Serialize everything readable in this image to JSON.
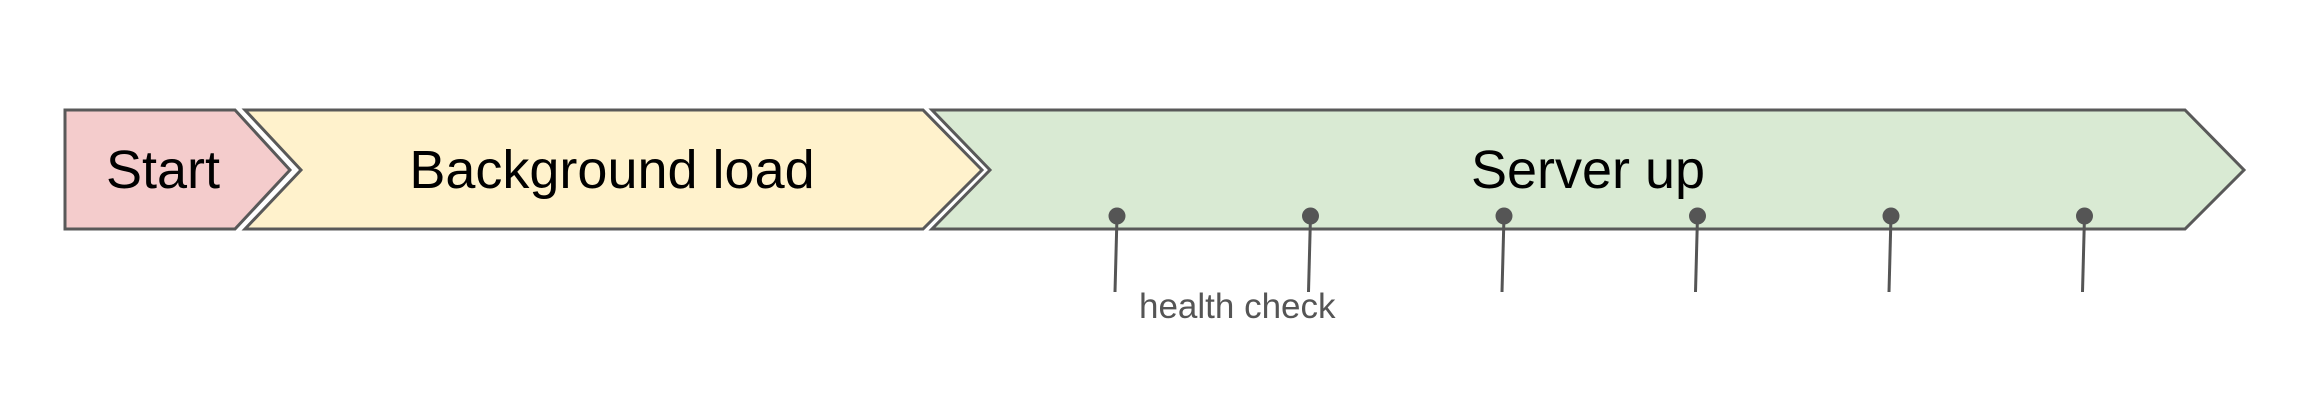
{
  "stages": [
    {
      "label": "Start",
      "fill": "#f4cccc"
    },
    {
      "label": "Background load",
      "fill": "#fff2cc"
    },
    {
      "label": "Server up",
      "fill": "#d9ead3"
    }
  ],
  "markers": {
    "count": 6,
    "label": "health check",
    "color": "#555555"
  },
  "outline_color": "#595959"
}
